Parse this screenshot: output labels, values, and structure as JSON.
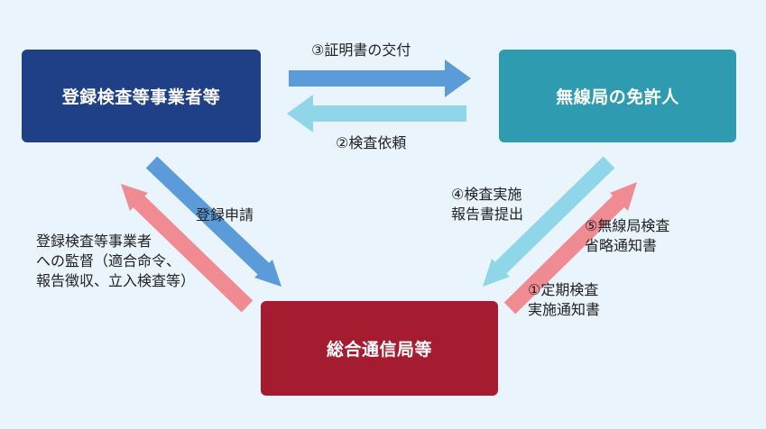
{
  "colors": {
    "background": "#eaf4fc",
    "registration_box": "#1f3f87",
    "licensee_box": "#2e9bb0",
    "bureau_box": "#a51b2f",
    "arrow_blue": "#5b9bd9",
    "arrow_light_blue": "#8fd6e8",
    "arrow_pink": "#f08a93"
  },
  "nodes": {
    "registration": "登録検査等事業者等",
    "licensee": "無線局の免許人",
    "bureau": "総合通信局等"
  },
  "labels": {
    "certificate": "③証明書の交付",
    "inspection_request": "②検査依頼",
    "registration_application": "登録申請",
    "supervision": "登録検査等事業者\nへの監督（適合命令、\n報告徴収、立入検査等）",
    "inspection_report": "④検査実施\n報告書提出",
    "omission_notice": "⑤無線局検査\n省略通知書",
    "periodic_notice": "①定期検査\n実施通知書"
  }
}
